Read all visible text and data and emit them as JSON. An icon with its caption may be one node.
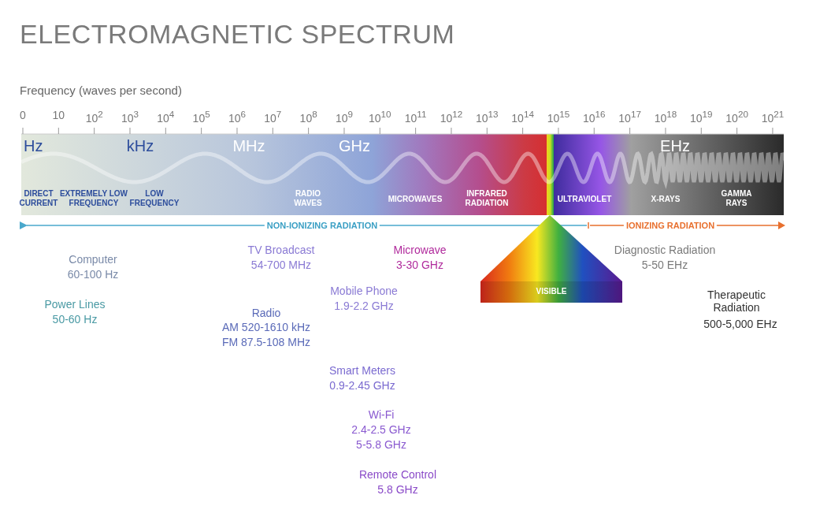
{
  "diagram": {
    "title": "ELECTROMAGNETIC SPECTRUM",
    "labels": [
      "Frequency (waves per second)",
      "0",
      "10",
      "10$^{2}$",
      "10$^{3}$",
      "10$^{4}$",
      "10$^{5}$",
      "10$^{6}$",
      "10$^{7}$",
      "10$^{8}$",
      "10$^{9}$",
      "10$^{10}$",
      "10$^{11}$",
      "10$^{12}$",
      "10$^{13}$",
      "10$^{14}$",
      "10$^{15}$",
      "10$^{16}$",
      "10$^{17}$",
      "10$^{18}$",
      "10$^{19}$",
      "10$^{20}$",
      "10$^{21}$",
      "Hz",
      "kHz",
      "MHz",
      "GHz",
      "EHz",
      "DIRECT CURRENT",
      "EXTREMELY LOW FREQUENCY",
      "LOW FREQUENCY",
      "RADIO WAVES",
      "MICROWAVES",
      "INFRARED RADIATION",
      "ULTRAVIOLET",
      "X-RAYS",
      "GAMMA RAYS",
      "NON-IONIZING RADIATION",
      "IONIZING RADIATION",
      "Computer",
      "60-100 Hz",
      "Power Lines",
      "50-60 Hz",
      "TV Broadcast",
      "54-700 MHz",
      "Microwave",
      "3-30 GHz",
      "Mobile Phone",
      "1.9-2.2 GHz",
      "Radio",
      "AM 520-1610 kHz",
      "FM 87.5-108 MHz",
      "Smart Meters",
      "0.9-2.45 GHz",
      "Wi-Fi",
      "2.4-2.5 GHz",
      "5-5.8 GHz",
      "Remote Control",
      "5.8 GHz",
      "Diagnostic Radiation",
      "5-50 EHz",
      "Therapeutic Radiation",
      "500-5,000 EHz",
      "VISIBLE"
    ]
  }
}
